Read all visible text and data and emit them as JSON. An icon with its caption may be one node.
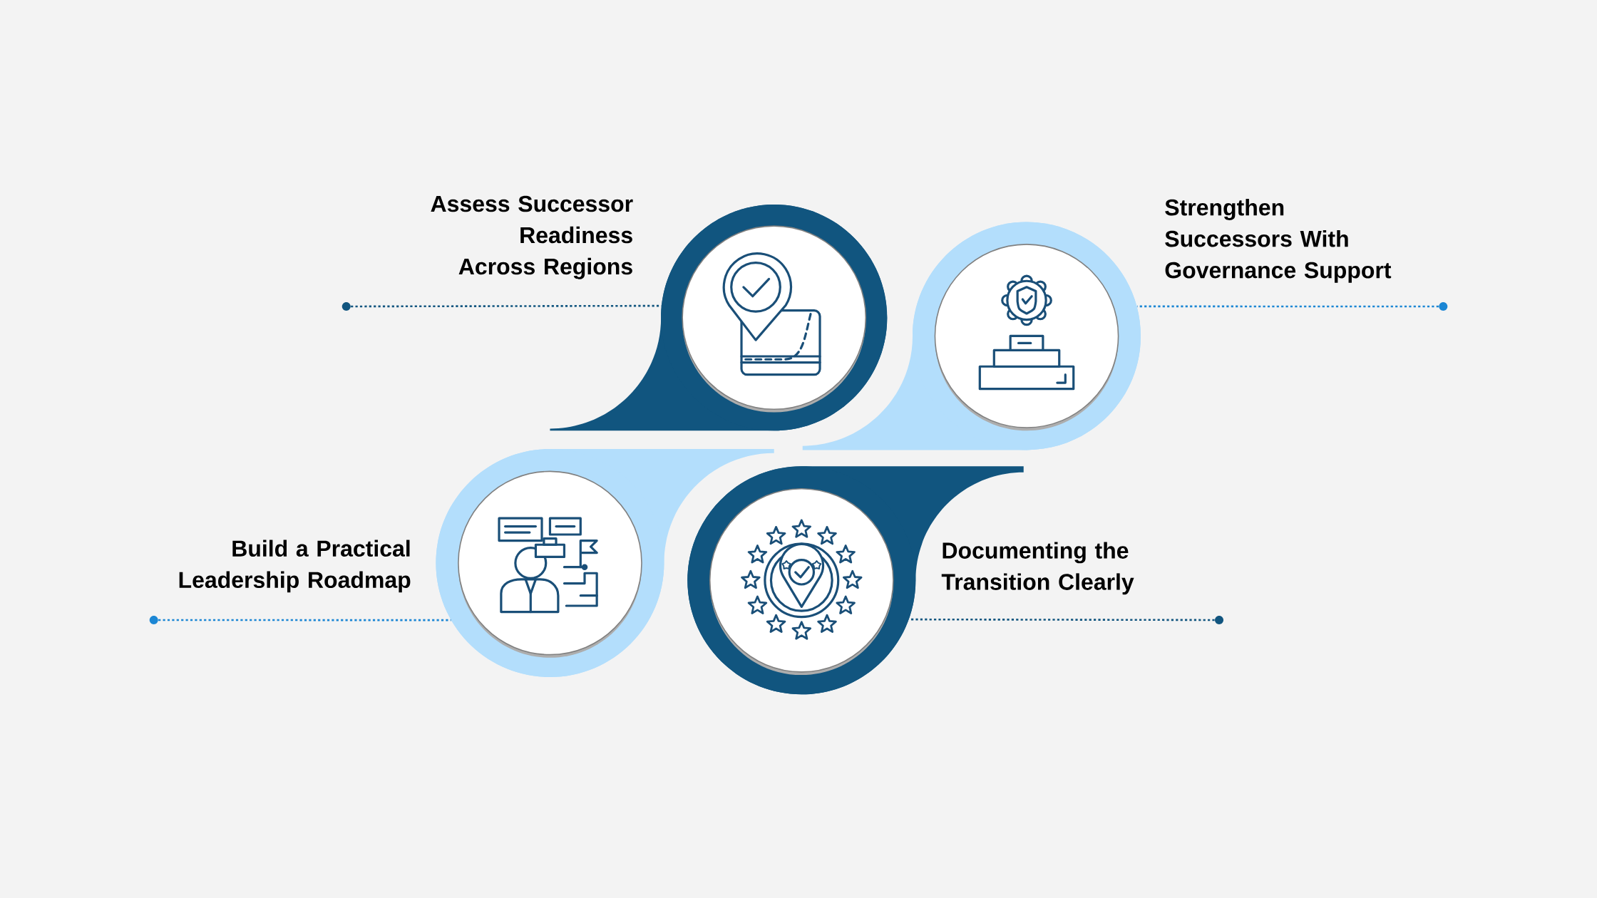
{
  "diagram": {
    "nodes": [
      {
        "text": [],
        "shape": "picture",
        "beside": [
          "Assess Successor Readiness Across Regions"
        ]
      },
      {
        "text": [],
        "shape": "picture",
        "beside": [
          "Strengthen Successors With Governance Support"
        ]
      },
      {
        "text": [],
        "shape": "picture",
        "beside": [
          "Build a Practical Leadership Roadmap"
        ]
      },
      {
        "text": [],
        "shape": "picture",
        "beside": [
          "Documenting the Transition Clearly"
        ]
      },
      {
        "text": [],
        "shape": "circle"
      },
      {
        "text": [],
        "shape": "circle"
      },
      {
        "text": [],
        "shape": "circle"
      },
      {
        "text": [],
        "shape": "circle"
      }
    ],
    "edges": [
      {
        "from": 4,
        "to": 0,
        "arrow": "none",
        "style": "dashed",
        "color": "#11557f"
      },
      {
        "from": 5,
        "to": 1,
        "arrow": "none",
        "style": "dashed",
        "color": "#1b86d4"
      },
      {
        "from": 6,
        "to": 2,
        "arrow": "none",
        "style": "dashed",
        "color": "#1b86d4"
      },
      {
        "from": 7,
        "to": 3,
        "arrow": "none",
        "style": "dashed",
        "color": "#11557f"
      }
    ]
  }
}
